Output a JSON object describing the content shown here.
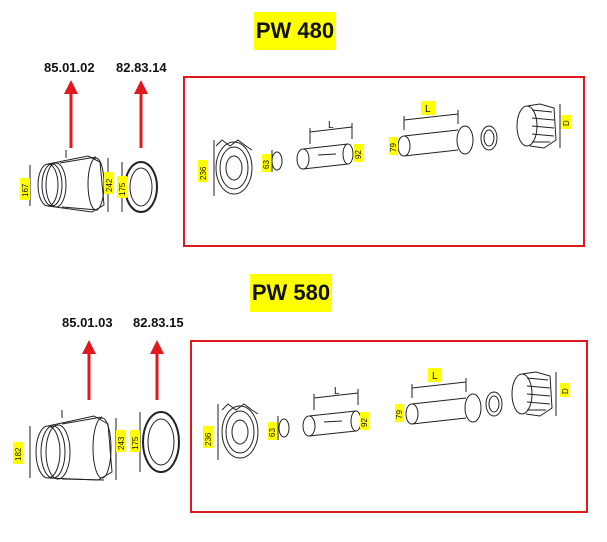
{
  "sections": [
    {
      "model": "PW 480",
      "part_left": "85.01.02",
      "part_right": "82.83.14",
      "adapter_dims": {
        "d1": "167",
        "d2": "242",
        "ring": "175"
      },
      "frame_dims": {
        "hub": "236",
        "small": "63",
        "tube1": "92",
        "tube2": "79",
        "len_a": "L",
        "len_b": "L",
        "guard": "D"
      }
    },
    {
      "model": "PW 580",
      "part_left": "85.01.03",
      "part_right": "82.83.15",
      "adapter_dims": {
        "d1": "182",
        "d2": "243",
        "ring": "175"
      },
      "frame_dims": {
        "hub": "236",
        "small": "63",
        "tube1": "92",
        "tube2": "79",
        "len_a": "L",
        "len_b": "L",
        "guard": "D"
      }
    }
  ],
  "colors": {
    "title_bg": "#ffff00",
    "frame": "#e0191f",
    "arrow": "#e0191f",
    "dim_tag": "#ffff00"
  }
}
